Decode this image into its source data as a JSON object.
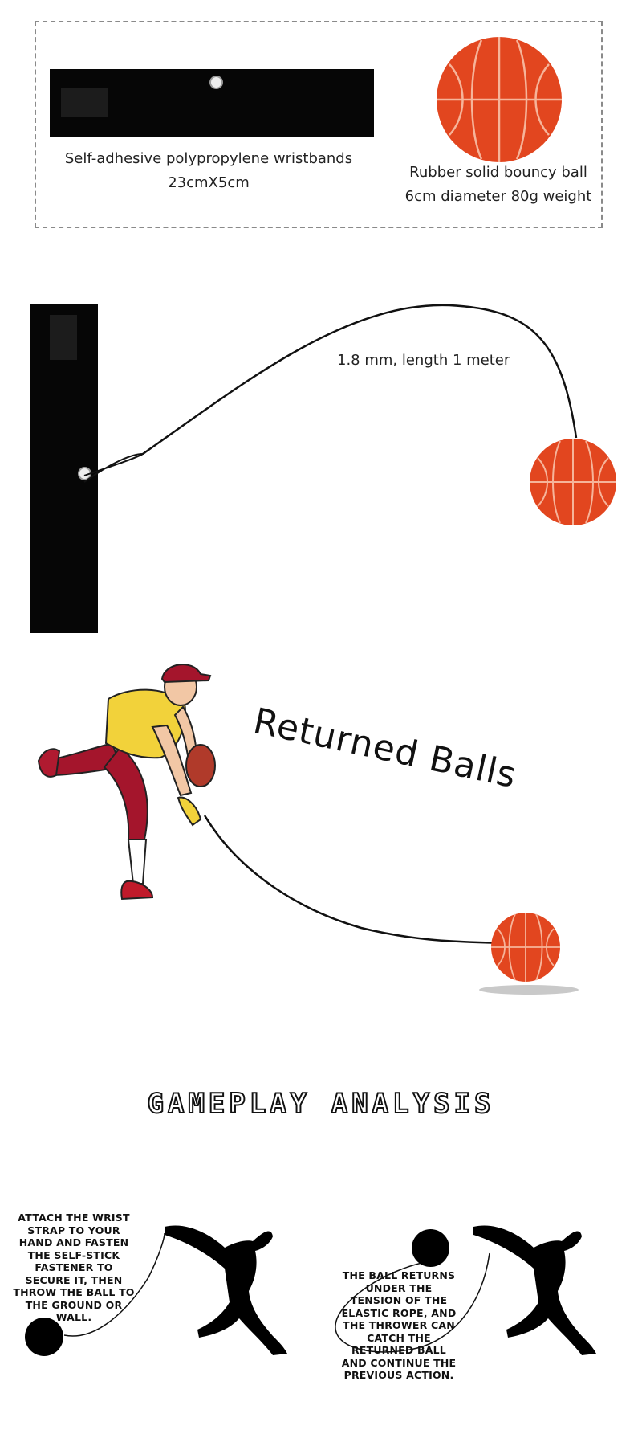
{
  "section1": {
    "wristband_label_line1": "Self-adhesive polypropylene wristbands",
    "wristband_label_line2": "23cmX5cm",
    "ball_label_line1": "Rubber solid bouncy ball",
    "ball_label_line2": "6cm diameter 80g weight"
  },
  "section2": {
    "rope_label": "1.8 mm, length 1 meter"
  },
  "section3": {
    "heading": "Returned Balls"
  },
  "section4": {
    "heading": "GAMEPLAY ANALYSIS",
    "step1": "ATTACH THE WRIST STRAP TO YOUR HAND AND FASTEN THE SELF-STICK FASTENER TO SECURE IT, THEN THROW THE BALL TO THE GROUND OR WALL.",
    "step2": "THE BALL RETURNS UNDER THE TENSION OF THE ELASTIC ROPE, AND THE THROWER CAN CATCH THE RETURNED BALL AND CONTINUE THE PREVIOUS ACTION."
  },
  "colors": {
    "ball": "#e2461f",
    "strap": "#060606",
    "shirt": "#f2d23a",
    "pants": "#a4152c"
  }
}
